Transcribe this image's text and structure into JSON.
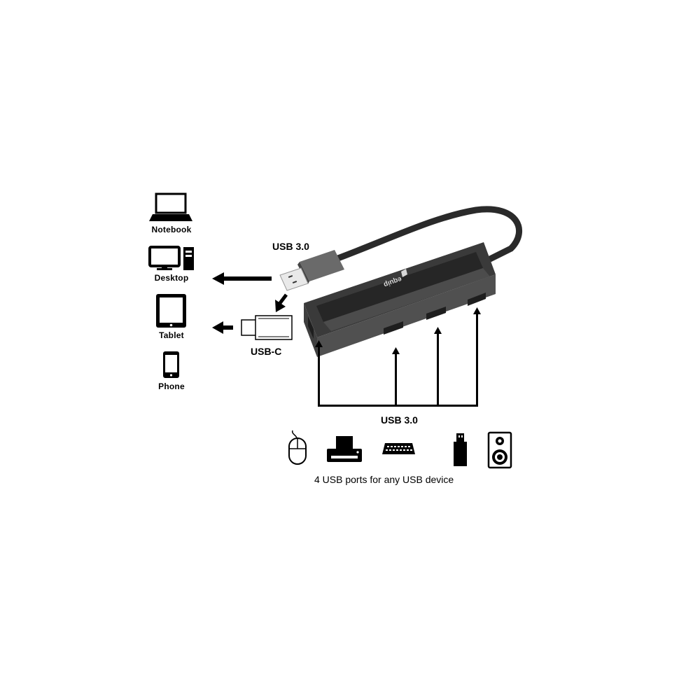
{
  "devices": [
    {
      "label": "Notebook",
      "icon": "laptop-icon"
    },
    {
      "label": "Desktop",
      "icon": "desktop-icon"
    },
    {
      "label": "Tablet",
      "icon": "tablet-icon"
    },
    {
      "label": "Phone",
      "icon": "phone-icon"
    }
  ],
  "connectors": {
    "usb_a_label": "USB 3.0",
    "usb_c_label": "USB-C"
  },
  "hub": {
    "brand": "equip",
    "port_count": 4,
    "body_color": "#4a4a4a",
    "top_color": "#2e2e2e"
  },
  "ports": {
    "label": "USB 3.0",
    "caption": "4 USB ports for any USB device",
    "peripherals": [
      {
        "icon": "mouse-icon"
      },
      {
        "icon": "printer-icon"
      },
      {
        "icon": "keyboard-icon"
      },
      {
        "icon": "usb-stick-icon"
      },
      {
        "icon": "speaker-icon"
      }
    ]
  }
}
